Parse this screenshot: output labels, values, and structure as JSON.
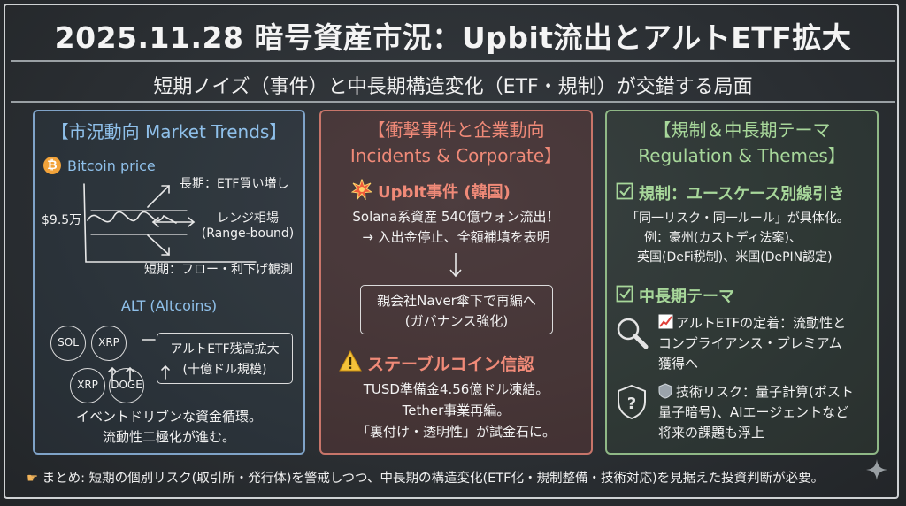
{
  "title": "2025.11.28 暗号資産市況：Upbit流出とアルトETF拡大",
  "subtitle": "短期ノイズ（事件）と中長期構造変化（ETF・規制）が交錯する局面",
  "market": {
    "header_line1": "【市況動向 Market Trends】",
    "bitcoin_label": "Bitcoin price",
    "price_label": "$9.5万",
    "long_term": "長期：ETF買い増し",
    "range_line1": "レンジ相場",
    "range_line2": "(Range-bound)",
    "short_term": "短期：フロー・利下げ観測",
    "alt_label": "ALT (Altcoins)",
    "coins": [
      "SOL",
      "XRP",
      "XRP",
      "DOGE"
    ],
    "etf_box_line1": "アルトETF残高拡大",
    "etf_box_line2": "(十億ドル規模)",
    "summary_line1": "イベントドリブンな資金循環。",
    "summary_line2": "流動性二極化が進む。"
  },
  "incidents": {
    "header_line1": "【衝撃事件と企業動向",
    "header_line2": "Incidents & Corporate】",
    "upbit_title": "Upbit事件 (韓国)",
    "upbit_line1": "Solana系資産 540億ウォン流出！",
    "upbit_line2": "→ 入出金停止、全額補填を表明",
    "naver_line1": "親会社Naver傘下で再編へ",
    "naver_line2": "(ガバナンス強化)",
    "stable_title": "ステーブルコイン信認",
    "stable_line1": "TUSD準備金4.56億ドル凍結。",
    "stable_line2": "Tether事業再編。",
    "stable_line3": "「裏付け・透明性」が試金石に。"
  },
  "regulation": {
    "header_line1": "【規制＆中長期テーマ",
    "header_line2": "Regulation & Themes】",
    "reg_title": "規制：ユースケース別線引き",
    "reg_line1": "「同一リスク・同一ルール」が具体化。",
    "reg_line2": "例：豪州(カストディ法案)、",
    "reg_line3": "英国(DeFi税制)、米国(DePIN認定)",
    "theme_title": "中長期テーマ",
    "etf_line1": "アルトETFの定着：流動性と",
    "etf_line2": "コンプライアンス・プレミアム",
    "etf_line3": "獲得へ",
    "tech_line1": "技術リスク：量子計算(ポスト",
    "tech_line2": "量子暗号)、AIエージェントなど",
    "tech_line3": "将来の課題も浮上"
  },
  "footer": "まとめ: 短期の個別リスク(取引所・発行体)を警戒しつつ、中長期の構造変化(ETF化・規制整備・技術対応)を見据えた投資判断が必要。",
  "colors": {
    "blue": "#8fc0ea",
    "red": "#f08a78",
    "green": "#a7d79a",
    "bitcoin": "#f2a33a"
  }
}
